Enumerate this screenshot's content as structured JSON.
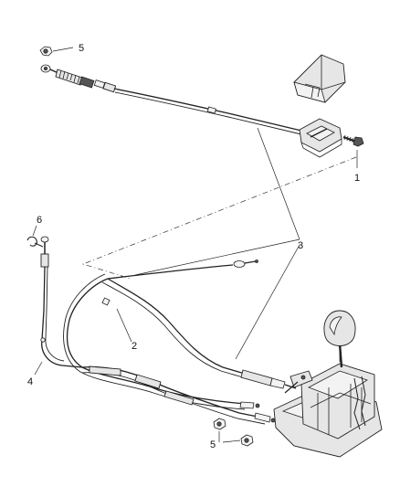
{
  "callouts": {
    "c1": "1",
    "c2": "2",
    "c3": "3",
    "c4": "4",
    "c5_top": "5",
    "c5_bottom": "5",
    "c6": "6"
  }
}
